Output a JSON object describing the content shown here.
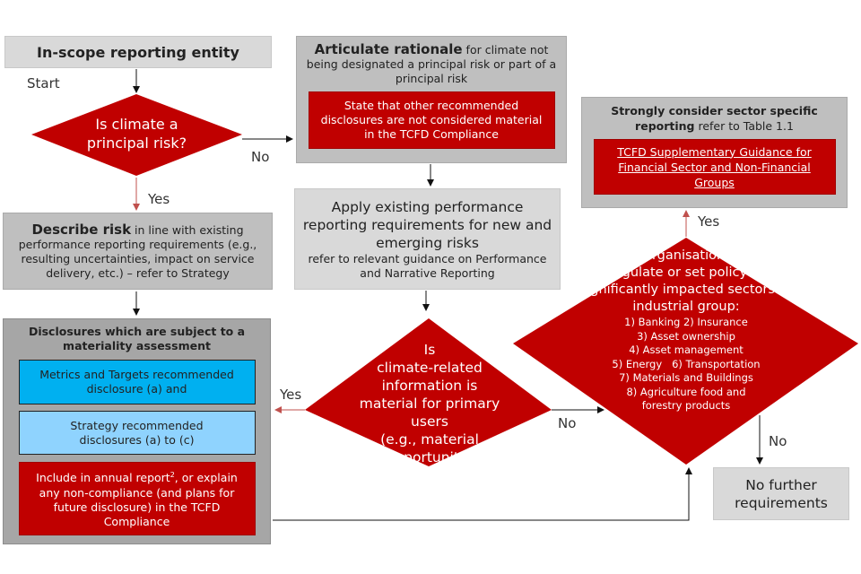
{
  "colors": {
    "red": "#C00000",
    "light_gray": "#D9D9D9",
    "mid_gray": "#BFBFBF",
    "dark_gray": "#A6A6A6",
    "blue": "#00B0F0",
    "light_blue": "#8FD3FE"
  },
  "start_box": {
    "title": "In-scope reporting entity"
  },
  "start_label": "Start",
  "q1": {
    "text_1": "Is climate a",
    "text_2": "principal risk?",
    "yes": "Yes",
    "no": "No"
  },
  "rationale": {
    "bold": "Articulate rationale",
    "rest": " for climate not being designated a principal risk or part of a principal risk",
    "inner": "State that other recommended disclosures are not considered material in the TCFD Compliance"
  },
  "apply": {
    "main": "Apply existing performance reporting requirements for new and emerging risks",
    "sub": "refer to relevant guidance on Performance and Narrative Reporting"
  },
  "describe": {
    "bold": "Describe risk",
    "rest": " in line with existing performance reporting requirements (e.g., resulting uncertainties, impact on service delivery, etc.) – refer to Strategy"
  },
  "disclosures": {
    "title": "Disclosures which are subject to a materiality assessment",
    "metrics": "Metrics and Targets recommended disclosure (a) and",
    "strategy": "Strategy recommended disclosures (a) to (c)",
    "include_1": "Include in annual report",
    "include_sup": "2",
    "include_2": ", or explain any non-compliance (and plans for future disclosure) in the TCFD Compliance"
  },
  "q2": {
    "text_1": "Is",
    "text_2": "climate-related information is material for primary users",
    "text_3": "(e.g., material opportunity)",
    "yes": "Yes",
    "no": "No"
  },
  "q3": {
    "main": "Does the organisation operates, regulate or set policy in significantly impacted sectors or industrial group:",
    "items": [
      "1) Banking  2) Insurance",
      "3) Asset ownership",
      "4) Asset management",
      "5) Energy   6) Transportation",
      "7) Materials and Buildings",
      "8) Agriculture food and forestry products"
    ],
    "yes": "Yes",
    "no": "No"
  },
  "sector": {
    "bold": "Strongly consider sector specific reporting",
    "rest": " refer to Table 1.1",
    "link": "TCFD Supplementary Guidance for Financial Sector and Non-Financial Groups"
  },
  "end_box": {
    "text": "No further requirements"
  }
}
